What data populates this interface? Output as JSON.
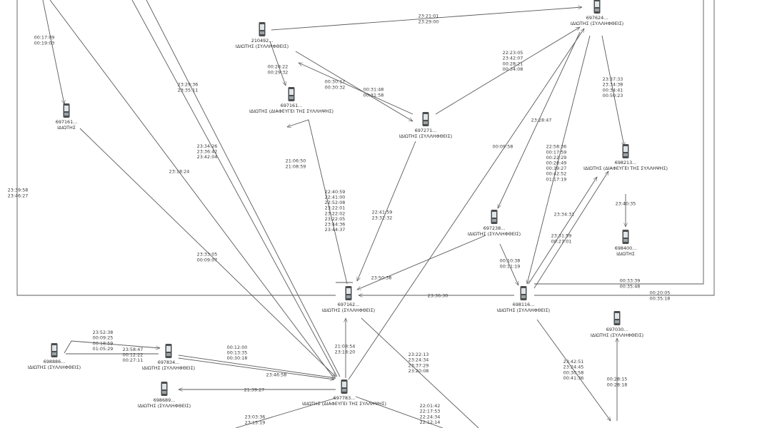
{
  "nodes": [
    {
      "id": "n697624",
      "name": "697624...",
      "role": "ΙΔΙΩΤΗΣ (ΣΥΛΛΗΦΘΕΙΣ)"
    },
    {
      "id": "n210492",
      "name": "210492...",
      "role": "ΙΔΙΩΤΗΣ (ΣΥΛΛΗΦΘΕΙΣ)"
    },
    {
      "id": "n697161a",
      "name": "697161...",
      "role": "ΙΔΙΩΤΗΣ (ΔΙΑΦΕΥΓΕΙ ΤΗΣ ΣΥΛΛΗΨΗΣ)"
    },
    {
      "id": "n697161b",
      "name": "697161...",
      "role": "ΙΔΙΩΤΗΣ"
    },
    {
      "id": "n697271",
      "name": "697271...",
      "role": "ΙΔΙΩΤΗΣ (ΣΥΛΛΗΦΘΕΙΣ)"
    },
    {
      "id": "n698213",
      "name": "698213...",
      "role": "ΙΔΙΩΤΗΣ (ΔΙΑΦΕΥΓΕΙ ΤΗΣ ΣΥΛΛΗΨΗΣ)"
    },
    {
      "id": "n697238",
      "name": "697238...",
      "role": "ΙΔΙΩΤΗΣ (ΣΥΛΛΗΦΘΕΙΣ)"
    },
    {
      "id": "n698400",
      "name": "698400...",
      "role": "ΙΔΙΩΤΗΣ"
    },
    {
      "id": "n697162",
      "name": "697162...",
      "role": "ΙΔΙΩΤΗΣ (ΣΥΛΛΗΦΘΕΙΣ)"
    },
    {
      "id": "n698116",
      "name": "698116...",
      "role": "ΙΔΙΩΤΗΣ (ΣΥΛΛΗΦΘΕΙΣ)"
    },
    {
      "id": "n697030",
      "name": "697030...",
      "role": "ΙΔΙΩΤΗΣ (ΣΥΛΛΗΦΘΕΙΣ)"
    },
    {
      "id": "n698886",
      "name": "698886...",
      "role": "ΙΔΙΩΤΗΣ (ΣΥΛΛΗΦΘΕΙΣ)"
    },
    {
      "id": "n697834",
      "name": "697834...",
      "role": "ΙΔΙΩΤΗΣ (ΣΥΛΛΗΦΘΕΙΣ)"
    },
    {
      "id": "n698689",
      "name": "698689...",
      "role": "ΙΔΙΩΤΗΣ (ΣΥΛΛΗΦΘΕΙΣ)"
    },
    {
      "id": "n697783",
      "name": "697783...",
      "role": "ΙΔΙΩΤΗΣ (ΔΙΑΦΕΥΓΕΙ ΤΗΣ ΣΥΛΛΗΨΗΣ)"
    }
  ],
  "edges": [
    {
      "id": "e1",
      "from": "n210492",
      "to": "n697624",
      "lines": [
        "23:21:01",
        "23:29:00"
      ]
    },
    {
      "id": "e2",
      "from": "n697271",
      "to": "n697624",
      "lines": [
        "22:23:05",
        "23:42:07",
        "00:28:21",
        "00:34:08"
      ]
    },
    {
      "id": "e3",
      "from": "n210492",
      "to": "n697271",
      "lines": [
        "00:31:48",
        "00:31:58"
      ]
    },
    {
      "id": "e4",
      "from": "n697271",
      "to": "n210492",
      "lines": [
        "00:30:17",
        "00:30:32"
      ]
    },
    {
      "id": "e5",
      "from": "n210492",
      "to": "n697161a",
      "lines": [
        "00:28:22",
        "00:29:32"
      ]
    },
    {
      "id": "e6",
      "from": "n697624",
      "to": "n698213",
      "lines": [
        "23:37:33",
        "23:34:38",
        "00:34:41",
        "00:50:23"
      ]
    },
    {
      "id": "e7",
      "from": "n698213",
      "to": "n698400",
      "lines": [
        "23:40:35"
      ]
    },
    {
      "id": "e8",
      "from": "n697624",
      "to": "n697238",
      "lines": [
        "23:28:47"
      ]
    },
    {
      "id": "e9",
      "from": "n697624",
      "to": "n698116",
      "lines": [
        "22:58:36",
        "00:17:59",
        "00:22:29",
        "00:28:49",
        "00:39:27",
        "00:42:52",
        "01:17:19"
      ]
    },
    {
      "id": "e10",
      "from": "n697783",
      "to": "n697624",
      "lines": [
        "00:09:58"
      ]
    },
    {
      "id": "e11",
      "from": "n697161b",
      "to": "n697783",
      "lines": [
        "23:33:05",
        "00:09:07"
      ]
    },
    {
      "id": "e12",
      "lines": [
        "00:17:09",
        "00:19:03"
      ]
    },
    {
      "id": "e13",
      "lines": [
        "23:29:36",
        "23:35:11"
      ]
    },
    {
      "id": "e14",
      "lines": [
        "23:34:26",
        "23:36:42",
        "23:42:04"
      ]
    },
    {
      "id": "e15",
      "lines": [
        "23:18:24"
      ]
    },
    {
      "id": "e16",
      "lines": [
        "23:39:58",
        "23:46:27"
      ]
    },
    {
      "id": "e17",
      "from": "n697162",
      "to": "n697161a",
      "lines": [
        "21:06:50",
        "21:08:59"
      ]
    },
    {
      "id": "e18",
      "from": "n697271",
      "to": "n697162",
      "lines": [
        "22:41:59",
        "23:32:32"
      ]
    },
    {
      "id": "e19",
      "from": "n697162",
      "to": "n697161a",
      "lines": [
        "22:40:59",
        "22:41:00",
        "22:52:08",
        "23:22:01",
        "23:22:02",
        "23:22:05",
        "23:44:36",
        "23:44:37"
      ]
    },
    {
      "id": "e20",
      "from": "n697238",
      "to": "n697162",
      "lines": [
        "23:50:38"
      ]
    },
    {
      "id": "e21",
      "from": "n698116",
      "to": "n697162",
      "lines": [
        "23:36:30"
      ]
    },
    {
      "id": "e22",
      "from": "n698116",
      "to": "n698213",
      "lines": [
        "23:34:31"
      ]
    },
    {
      "id": "e23",
      "from": "n697238",
      "to": "n698116",
      "lines": [
        "00:10:38",
        "00:11:19"
      ]
    },
    {
      "id": "e24",
      "from": "n698116",
      "to": "n698213",
      "lines": [
        "23:31:59",
        "00:27:01"
      ]
    },
    {
      "id": "e25",
      "from": "n698116",
      "to": "n697624",
      "lines": [
        "00:33:39",
        "00:35:48"
      ]
    },
    {
      "id": "e26",
      "from": "n698116",
      "to": "n697624",
      "lines": [
        "00:20:05",
        "00:35:18"
      ]
    },
    {
      "id": "e27",
      "from": "n697783",
      "to": "n697162",
      "lines": [
        "21:08:54",
        "23:18:20"
      ]
    },
    {
      "id": "e28",
      "from": "n697162",
      "lines": [
        "23:22:13",
        "23:24:34",
        "23:37:29",
        "23:20:08"
      ]
    },
    {
      "id": "e29",
      "from": "n698116",
      "lines": [
        "23:42:51",
        "23:24:45",
        "00:30:58",
        "00:41:36"
      ]
    },
    {
      "id": "e30",
      "to": "n697030",
      "lines": [
        "00:28:15",
        "00:28:18"
      ]
    },
    {
      "id": "e31",
      "from": "n698886",
      "to": "n697834",
      "lines": [
        "23:52:38",
        "00:09:25",
        "00:18:59",
        "01:05:29"
      ]
    },
    {
      "id": "e32",
      "from": "n697834",
      "to": "n698886",
      "lines": [
        "23:58:47",
        "00:12:22",
        "00:27:11"
      ]
    },
    {
      "id": "e33",
      "from": "n697834",
      "to": "n697783",
      "lines": [
        "00:12:00",
        "00:13:35",
        "00:30:18"
      ]
    },
    {
      "id": "e34",
      "from": "n697834",
      "to": "n697783",
      "lines": [
        "23:46:58"
      ]
    },
    {
      "id": "e35",
      "from": "n697783",
      "to": "n698689",
      "lines": [
        "21:39:27"
      ]
    },
    {
      "id": "e36",
      "from": "n697783",
      "lines": [
        "23:03:36",
        "23:15:19"
      ]
    },
    {
      "id": "e37",
      "from": "n697783",
      "lines": [
        "22:01:42",
        "22:17:53",
        "22:24:34",
        "22:12:14"
      ]
    }
  ]
}
